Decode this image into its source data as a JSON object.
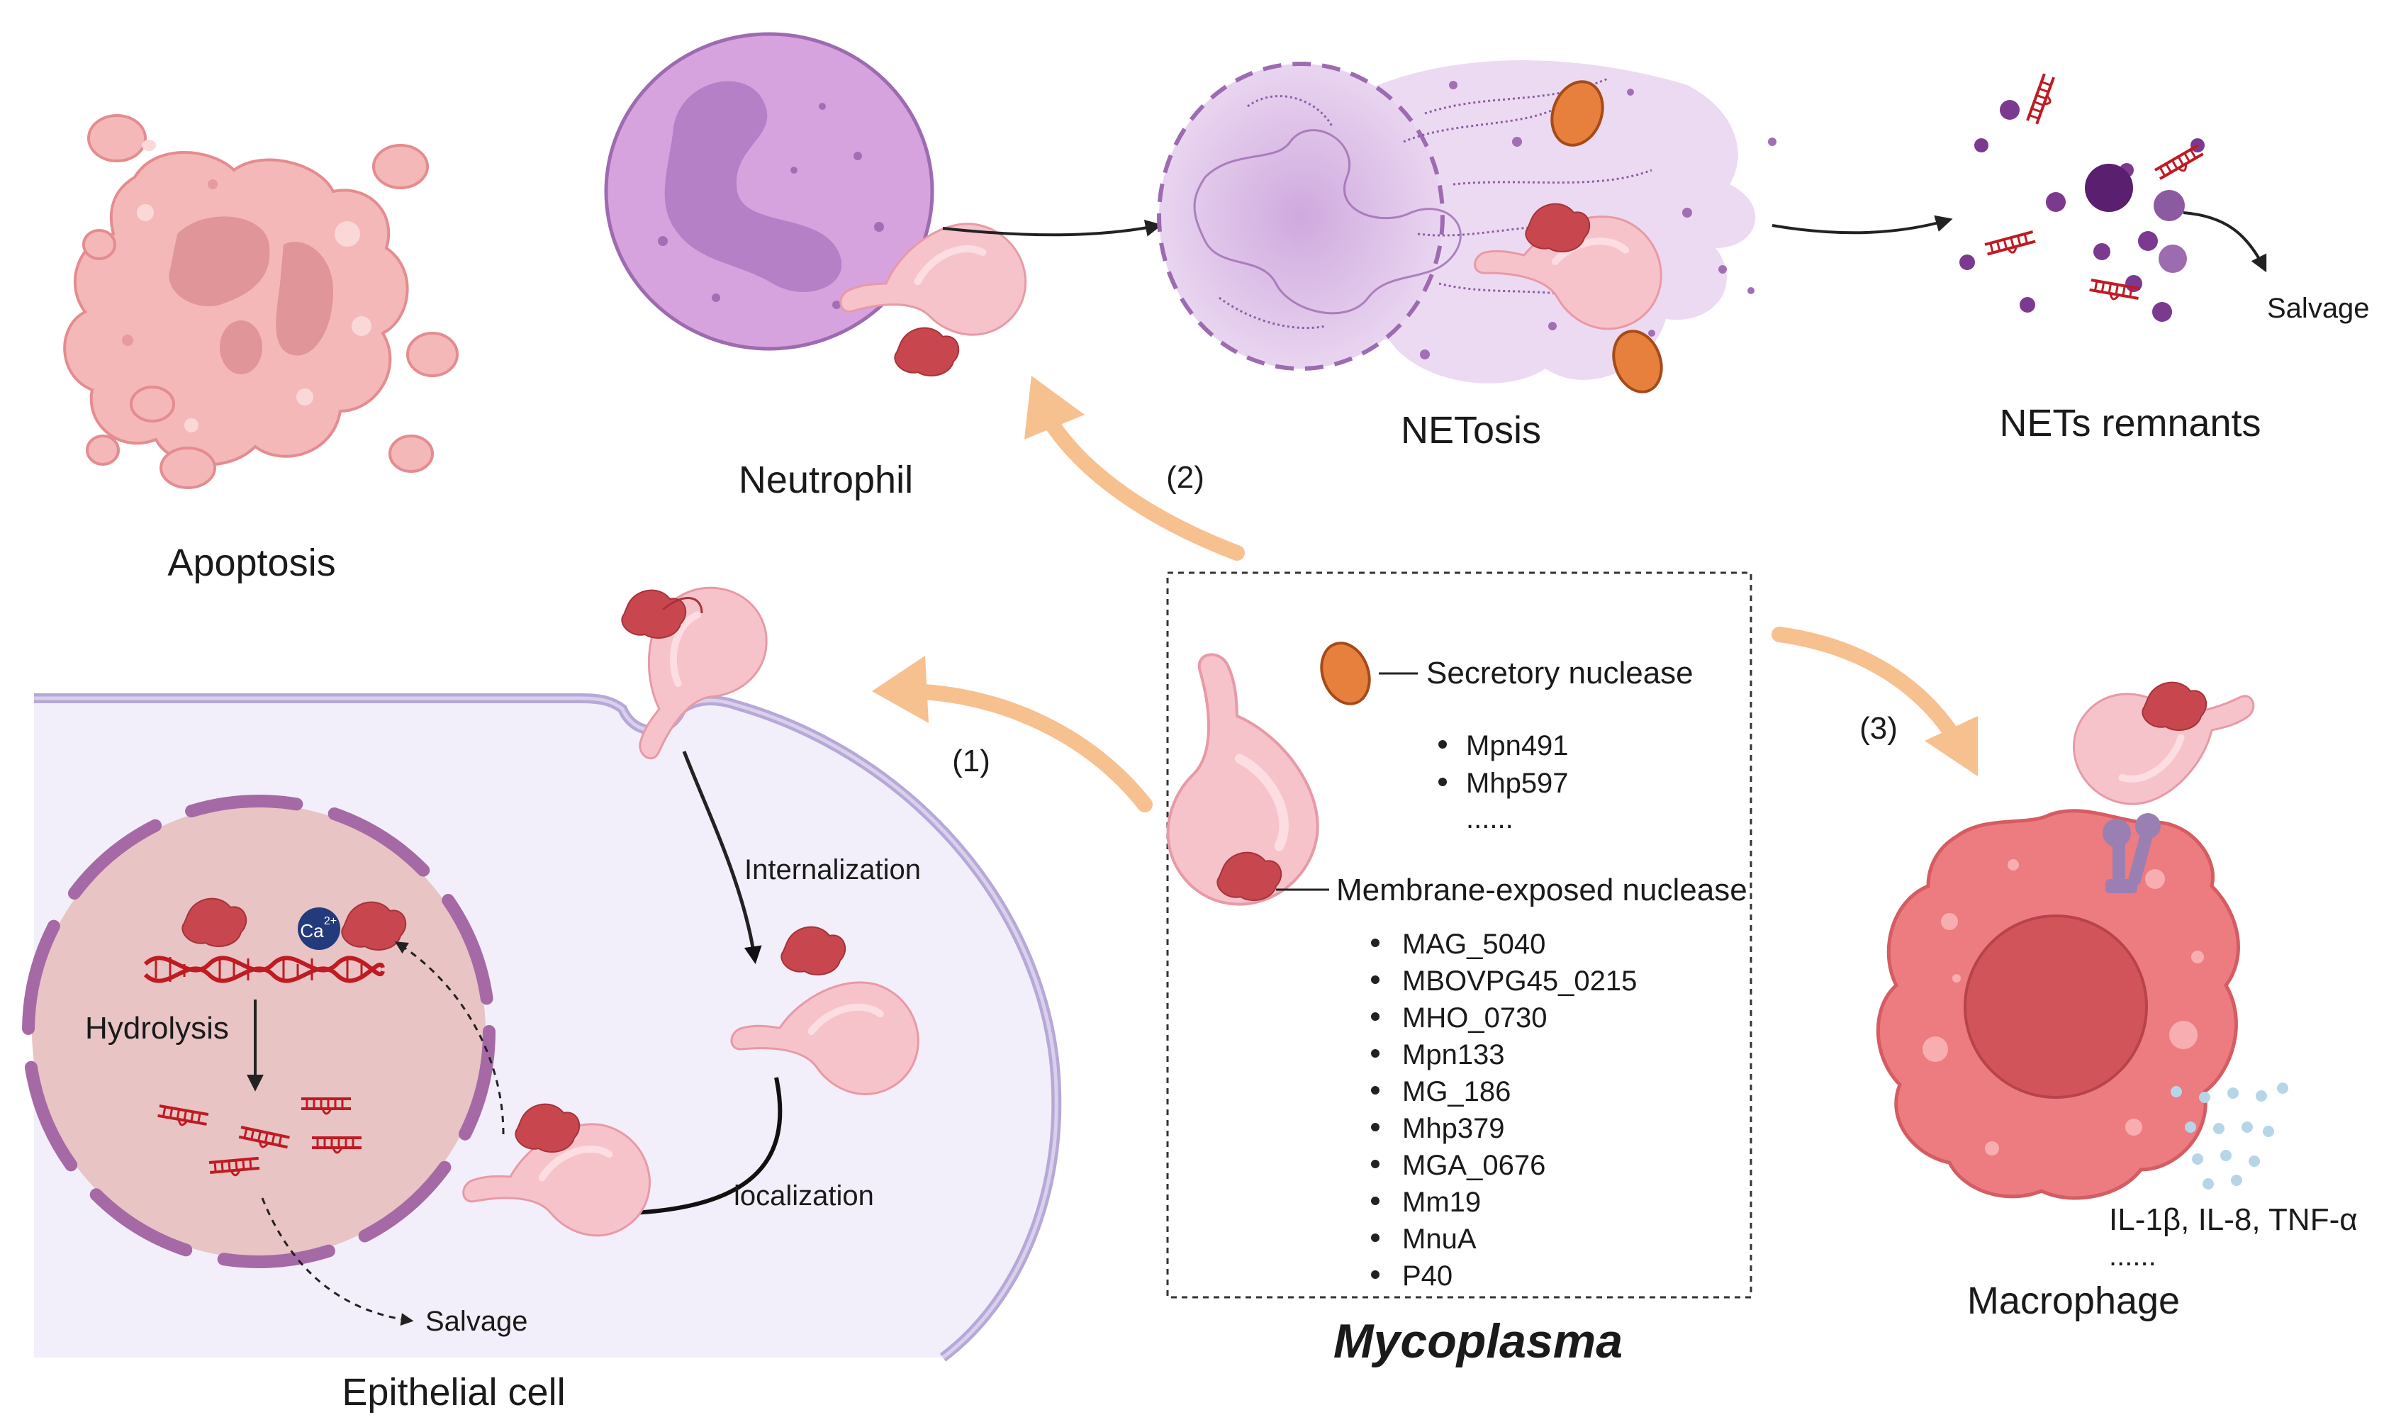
{
  "labels": {
    "apoptosis": "Apoptosis",
    "neutrophil": "Neutrophil",
    "netosis": "NETosis",
    "nets_remnants": "NETs remnants",
    "salvage_top": "Salvage",
    "epithelial_cell": "Epithelial cell",
    "macrophage": "Macrophage",
    "mycoplasma": "Mycoplasma",
    "internalization": "Internalization",
    "localization": "localization",
    "hydrolysis": "Hydrolysis",
    "salvage_bottom": "Salvage",
    "calcium": "Ca",
    "calcium_charge": "2+",
    "cytokines": "IL-1β, IL-8, TNF-α",
    "cytokines_more": "......"
  },
  "steps": [
    "(1)",
    "(2)",
    "(3)"
  ],
  "legend": {
    "secretory_title": "Secretory nuclease",
    "secretory_items": [
      "Mpn491",
      "Mhp597"
    ],
    "secretory_more": "......",
    "membrane_title": "Membrane-exposed nuclease",
    "membrane_items": [
      "MAG_5040",
      "MBOVPG45_0215",
      "MHO_0730",
      "Mpn133",
      "MG_186",
      "Mhp379",
      "MGA_0676",
      "Mm19",
      "MnuA",
      "P40"
    ]
  },
  "colors": {
    "neutrophil": "#d6a3df",
    "neutrophil_nucleus": "#b27cc4",
    "apoptotic_cell": "#f4b8b8",
    "epithelial_cytoplasm": "#f2effa",
    "epithelial_membrane": "#b7a8d8",
    "nucleus": "#e8c4c4",
    "nuclear_envelope": "#a56aa6",
    "mycoplasma": "#f7c3cb",
    "nuclease": "#c8474e",
    "secretory_nuclease": "#e8803d",
    "macrophage": "#ec7c7f",
    "macrophage_nucleus": "#d2545b",
    "pathway_arrow": "#f6c08f",
    "dna": "#c01a22"
  }
}
